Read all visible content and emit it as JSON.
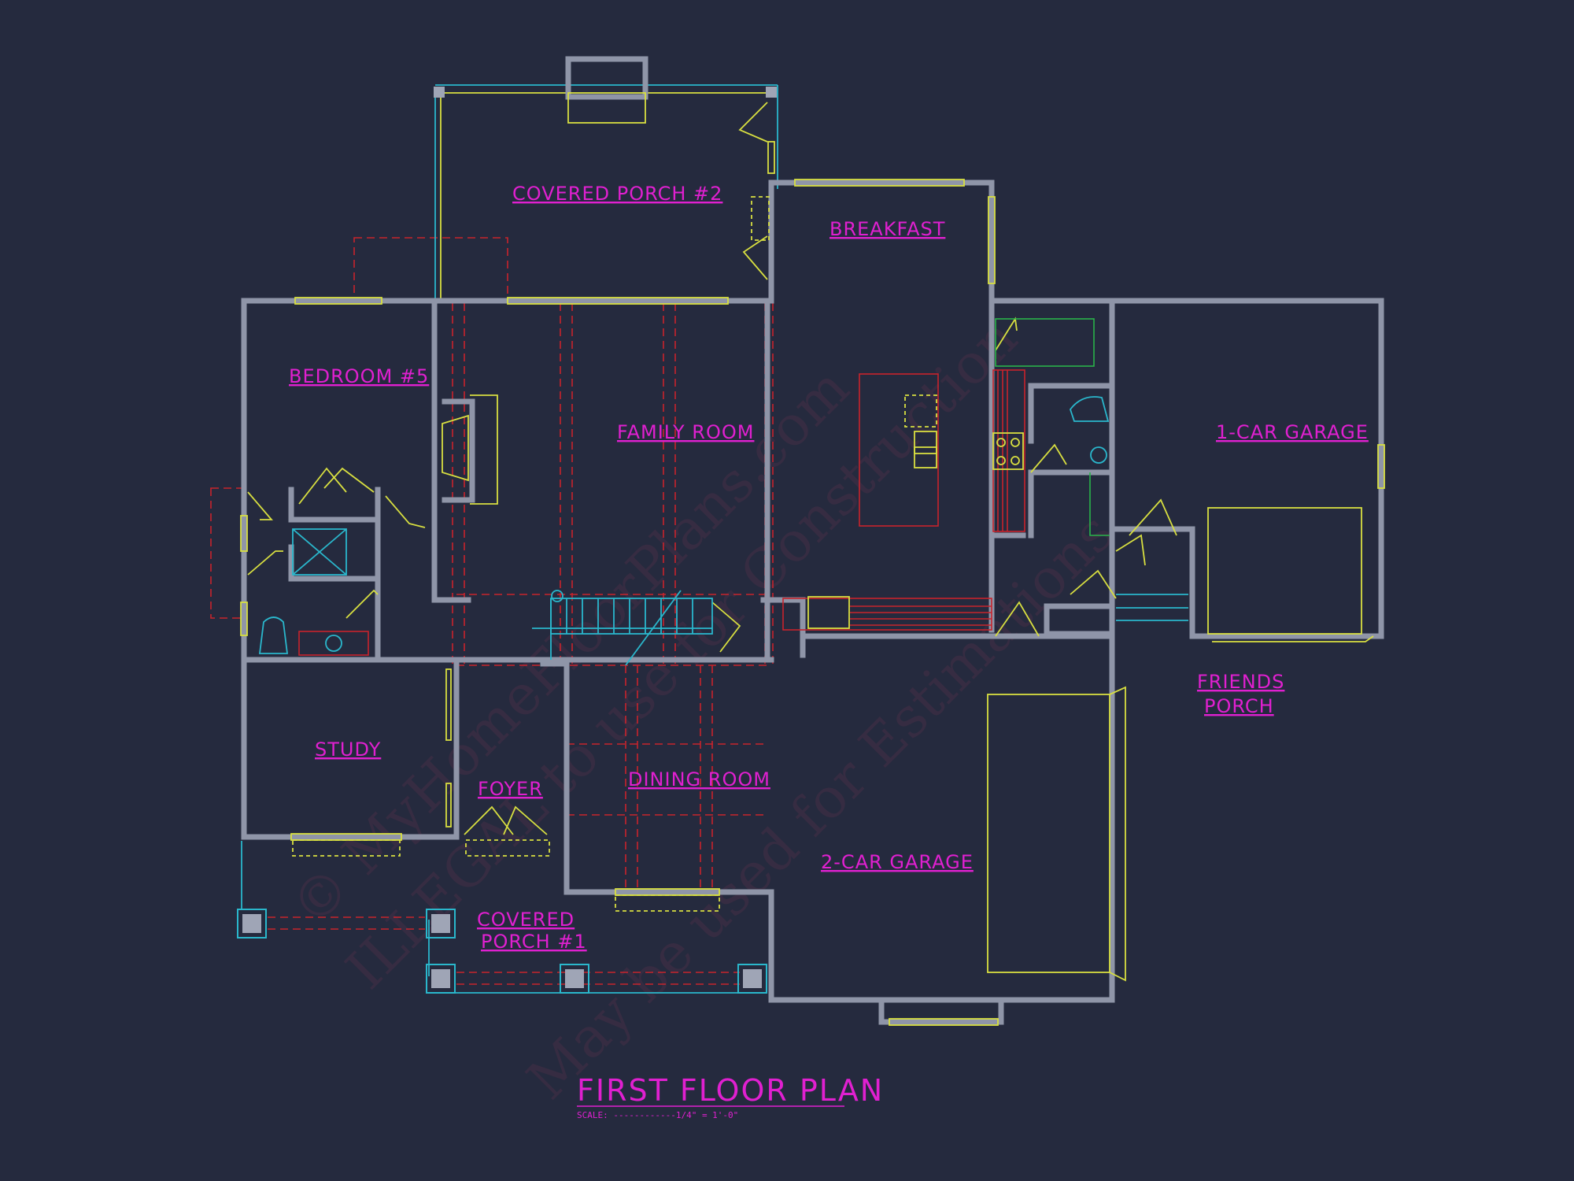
{
  "rooms": {
    "covered_porch_2": "COVERED PORCH #2",
    "breakfast": "BREAKFAST",
    "bedroom_5": "BEDROOM #5",
    "family_room": "FAMILY ROOM",
    "one_car_garage": "1-CAR GARAGE",
    "friends_porch_line1": "FRIENDS",
    "friends_porch_line2": "PORCH",
    "study": "STUDY",
    "foyer": "FOYER",
    "dining_room": "DINING ROOM",
    "two_car_garage": "2-CAR GARAGE",
    "covered_porch_1_line1": "COVERED",
    "covered_porch_1_line2": "PORCH #1"
  },
  "title": {
    "text": "FIRST FLOOR PLAN",
    "scale": "SCALE: ------------1/4\" = 1'-0\""
  },
  "watermark": {
    "line1": "© MyHomeFloorPlans.com",
    "line2": "ILLEGAL to use for Construction",
    "line3": "May be used for Estimations"
  },
  "colors": {
    "background": "#252a3e",
    "labels": "#e020d0",
    "walls": "#8f95a8",
    "windows": "#d8df40",
    "fixtures": "#2ab7cc",
    "dashed_beams": "#c8242c",
    "cabinets": "#29b34a"
  }
}
